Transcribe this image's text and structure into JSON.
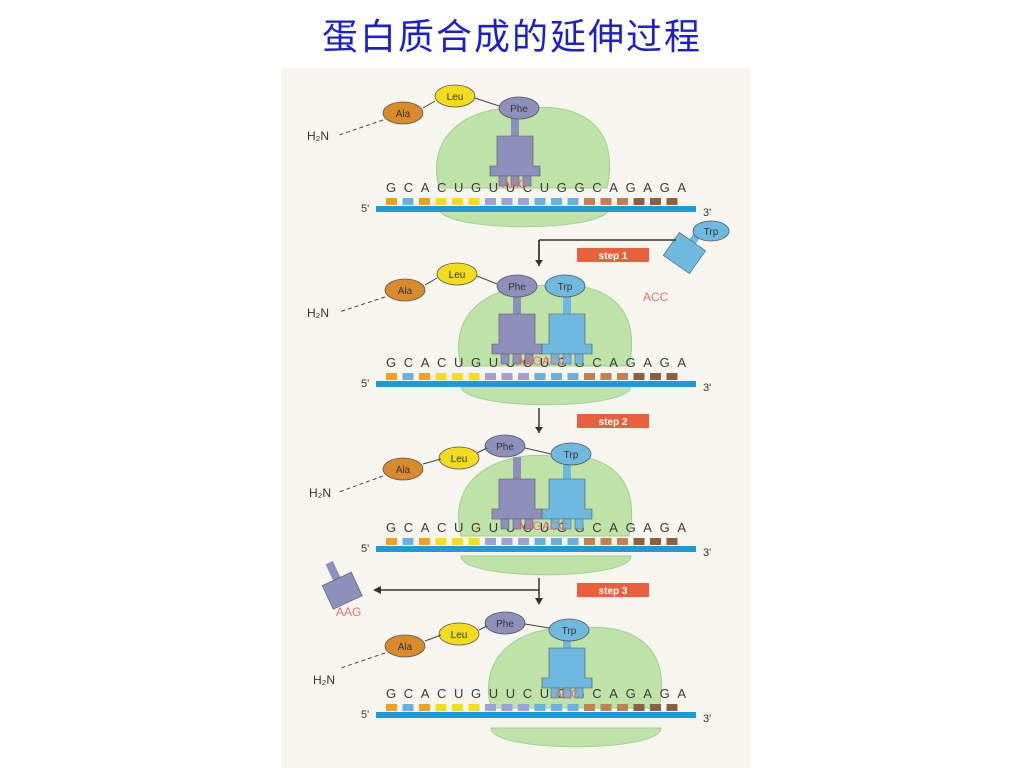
{
  "title": "蛋白质合成的延伸过程",
  "figure": {
    "mrna_sequence": "GCACUGUUCUGGCAGAGA",
    "five_prime": "5'",
    "three_prime": "3'",
    "amino_terminus": "H₂N",
    "amino_acids": {
      "ala": "Ala",
      "leu": "Leu",
      "phe": "Phe",
      "trp": "Trp"
    },
    "anticodons": {
      "phe": "AAG",
      "trp": "ACC",
      "pair": "AAGACC"
    },
    "steps": [
      "step 1",
      "step 2",
      "step 3"
    ],
    "colors": {
      "ribosome": "#b8e0a0",
      "ala": "#d98a2a",
      "leu": "#f2dc1c",
      "phe_trna": "#8e8fbc",
      "trp_trna": "#6fb9e0",
      "mrna_strand": "#1f9ad6",
      "step_label": "#e8603c",
      "anticodon_text": "#e0707a"
    }
  }
}
